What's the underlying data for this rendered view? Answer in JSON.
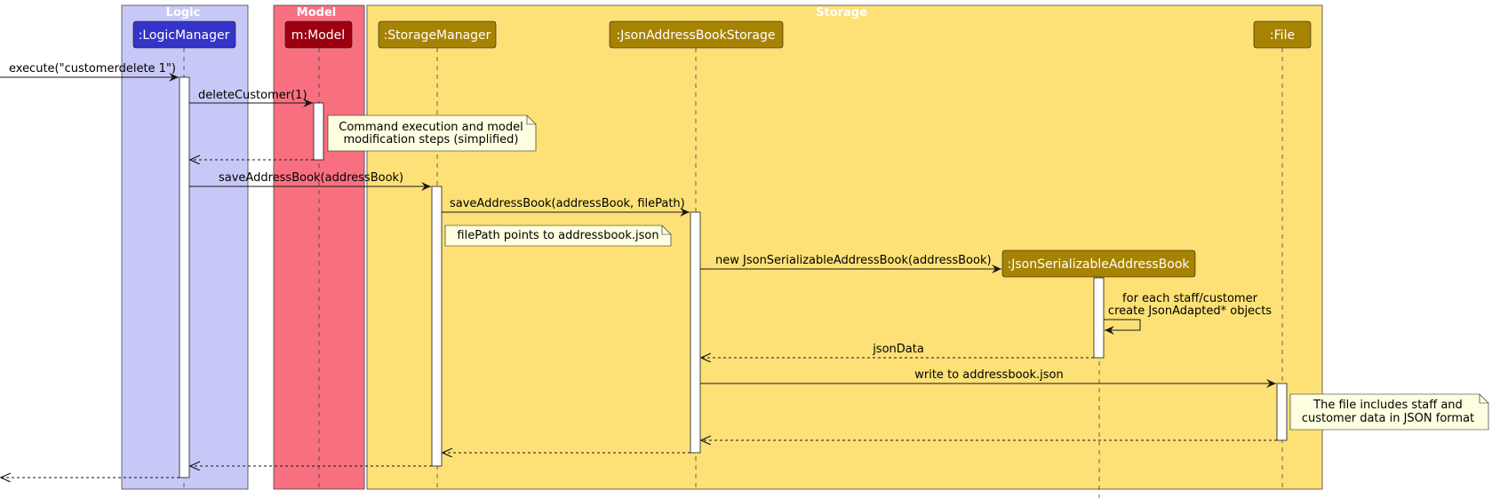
{
  "colors": {
    "logic_box": "#c8c8f8",
    "model_box": "#f8707f",
    "storage_box": "#fde176",
    "logic_participant": "#3434c8",
    "model_participant": "#9c0010",
    "storage_participant": "#a78303",
    "note_fill": "#fefee0",
    "participant_text": "#ffffff"
  },
  "boxes": {
    "logic": "Logic",
    "model": "Model",
    "storage": "Storage"
  },
  "participants": {
    "logic_manager": ":LogicManager",
    "model": "m:Model",
    "storage_manager": ":StorageManager",
    "json_storage": ":JsonAddressBookStorage",
    "json_serializable": ":JsonSerializableAddressBook",
    "file": ":File"
  },
  "messages": {
    "execute": "execute(\"customerdelete 1\")",
    "delete_customer": "deleteCustomer(1)",
    "save_address_book": "saveAddressBook(addressBook)",
    "save_address_book_path": "saveAddressBook(addressBook, filePath)",
    "new_json_serializable": "new JsonSerializableAddressBook(addressBook)",
    "self_call_line1": "for each staff/customer",
    "self_call_line2": "create JsonAdapted* objects",
    "json_data": "jsonData",
    "write_file": "write to addressbook.json"
  },
  "notes": {
    "command_line1": "Command execution and model",
    "command_line2": "modification steps (simplified)",
    "filepath": "filePath points to addressbook.json",
    "file_line1": "The file includes staff and",
    "file_line2": "customer data in JSON format"
  }
}
